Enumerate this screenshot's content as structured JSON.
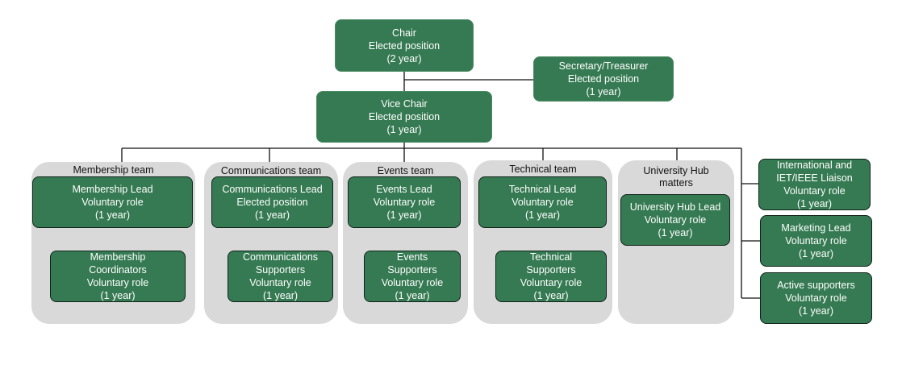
{
  "chair": [
    "Chair",
    "Elected position",
    "(2 year)"
  ],
  "secretary_treasurer": [
    "Secretary/Treasurer",
    "Elected position",
    "(1 year)"
  ],
  "vice_chair": [
    "Vice Chair",
    "Elected position",
    "(1 year)"
  ],
  "teams": {
    "membership": {
      "title": "Membership team",
      "lead": [
        "Membership Lead",
        "Voluntary role",
        "(1 year)"
      ],
      "sub": [
        "Membership",
        "Coordinators",
        "Voluntary role",
        "(1 year)"
      ]
    },
    "communications": {
      "title": "Communications team",
      "lead": [
        "Communications Lead",
        "Elected position",
        "(1 year)"
      ],
      "sub": [
        "Communications",
        "Supporters",
        "Voluntary role",
        "(1 year)"
      ]
    },
    "events": {
      "title": "Events team",
      "lead": [
        "Events Lead",
        "Voluntary role",
        "(1 year)"
      ],
      "sub": [
        "Events",
        "Supporters",
        "Voluntary role",
        "(1 year)"
      ]
    },
    "technical": {
      "title": "Technical team",
      "lead": [
        "Technical Lead",
        "Voluntary role",
        "(1 year)"
      ],
      "sub": [
        "Technical",
        "Supporters",
        "Voluntary role",
        "(1 year)"
      ]
    },
    "university_hub": {
      "title": [
        "University Hub",
        "matters"
      ],
      "lead": [
        "University Hub Lead",
        "Voluntary role",
        "(1 year)"
      ]
    }
  },
  "right_column": [
    [
      "International and",
      "IET/IEEE Liaison",
      "Voluntary role",
      "(1 year)"
    ],
    [
      "Marketing Lead",
      "Voluntary role",
      "(1 year)"
    ],
    [
      "Active supporters",
      "Voluntary role",
      "(1 year)"
    ]
  ]
}
